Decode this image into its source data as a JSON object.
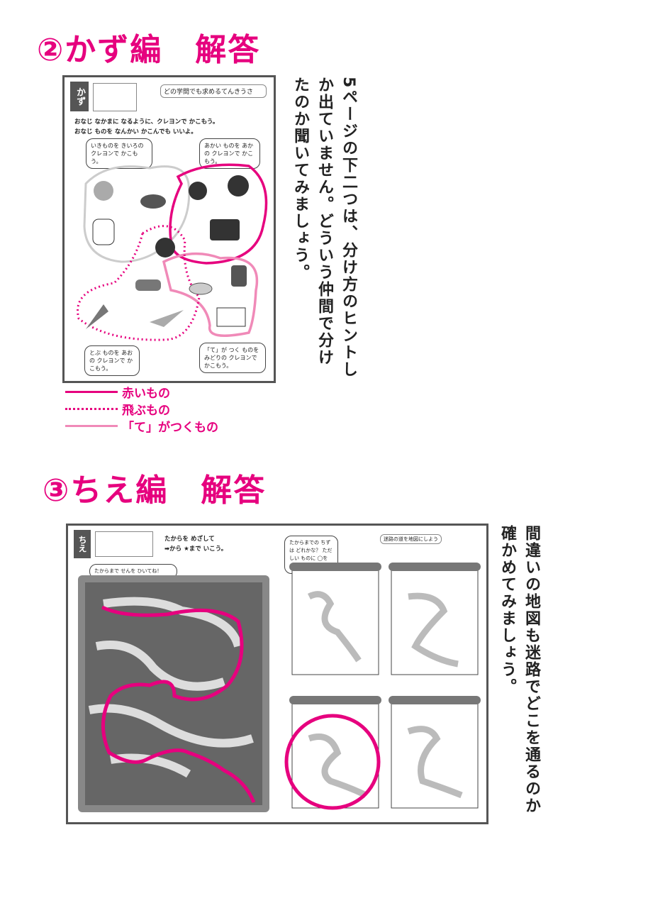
{
  "section2": {
    "heading": "②かず編　解答",
    "page": {
      "tab": "かず",
      "header_small": "どの学問でも求めるてんきうさ",
      "instruction_line1": "おなじ なかまに なるように、クレヨンで かこもう。",
      "instruction_line2": "おなじ ものを なんかい かこんでも いいよ。",
      "bubble_left": "いきものを きいろの クレヨンで かこもう。",
      "bubble_right": "あかい ものを あかの クレヨンで かこもう。",
      "bubble_bottom_left": "とぶ ものを あおの クレヨンで かこもう。",
      "bubble_bottom_right": "「て」が つく ものを みどりの クレヨンで かこもう。"
    },
    "note": "5ページの下二つは、分け方のヒントしか出ていません。どういう仲間で分けたのか聞いてみましょう。",
    "legend": [
      {
        "label": "赤いもの",
        "style": "solid",
        "color": "#e6007e"
      },
      {
        "label": "飛ぶもの",
        "style": "dotted",
        "color": "#e6007e"
      },
      {
        "label": "「て」がつくもの",
        "style": "solid",
        "color": "#f08ab8"
      }
    ]
  },
  "section3": {
    "heading": "③ちえ編　解答",
    "page": {
      "tab": "ちえ",
      "instruction_line1": "たからを めざして",
      "instruction_line2": "➡から ★まで いこう。",
      "bubble_top": "たからまで せんを ひいてね！",
      "right_header": "迷路の道を地図にしよう",
      "right_bubble": "たからまでの ちずは どれかな？ ただしい ものに ◯を つけてね。"
    },
    "note": "間違いの地図も迷路でどこを通るのか確かめてみましょう。"
  }
}
